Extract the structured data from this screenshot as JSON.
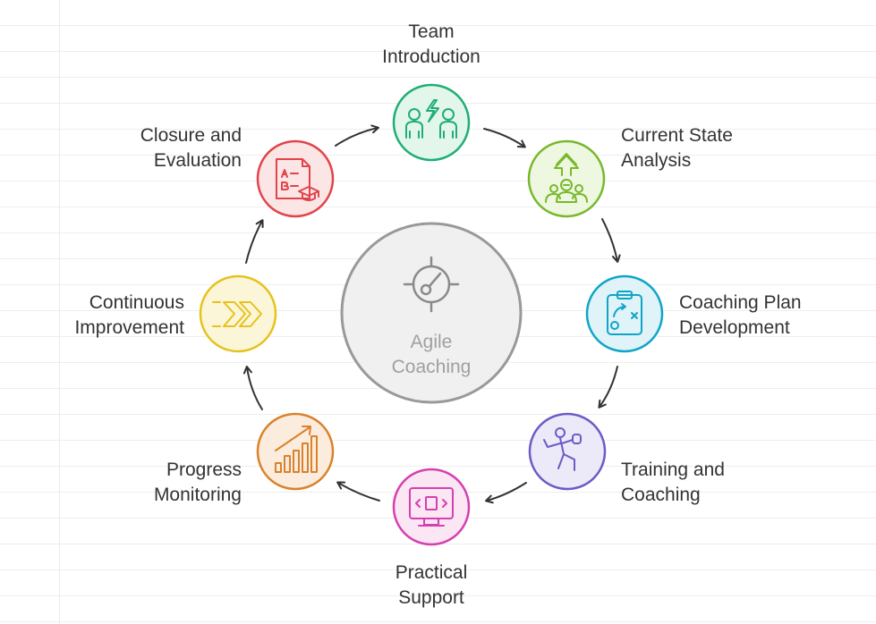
{
  "center": {
    "line1": "Agile",
    "line2": "Coaching",
    "icon": "target-key-icon"
  },
  "steps": [
    {
      "line1": "Team",
      "line2": "Introduction",
      "color": "#1fae74",
      "icon": "people-exchange-icon"
    },
    {
      "line1": "Current State",
      "line2": "Analysis",
      "color": "#79b82c",
      "icon": "group-growth-icon"
    },
    {
      "line1": "Coaching Plan",
      "line2": "Development",
      "color": "#0ea5c8",
      "icon": "clipboard-strategy-icon"
    },
    {
      "line1": "Training and",
      "line2": "Coaching",
      "color": "#6b5bc7",
      "icon": "boxing-trainer-icon"
    },
    {
      "line1": "Practical",
      "line2": "Support",
      "color": "#d63fb0",
      "icon": "code-monitor-icon"
    },
    {
      "line1": "Progress",
      "line2": "Monitoring",
      "color": "#d9822b",
      "icon": "bar-chart-growth-icon"
    },
    {
      "line1": "Continuous",
      "line2": "Improvement",
      "color": "#e6c21e",
      "icon": "double-chevron-icon"
    },
    {
      "line1": "Closure and",
      "line2": "Evaluation",
      "color": "#e0444a",
      "icon": "graded-test-icon"
    }
  ]
}
